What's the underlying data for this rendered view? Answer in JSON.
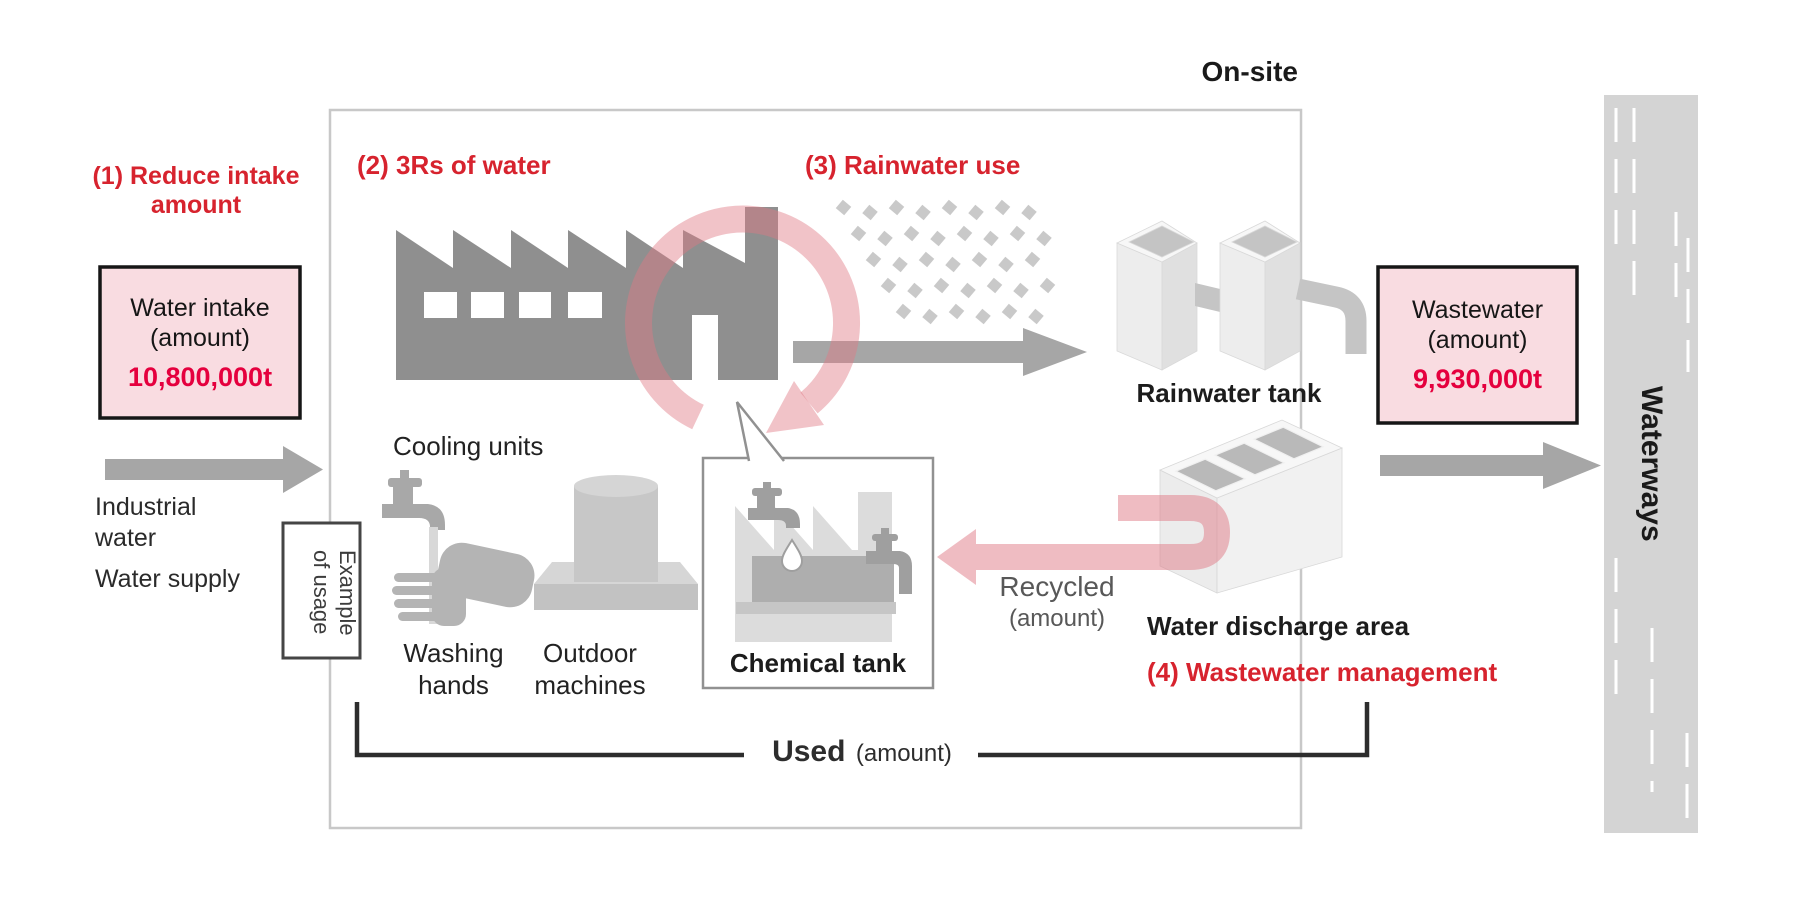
{
  "onsite_label": "On-site",
  "waterways_label": "Waterways",
  "steps": {
    "step1": "(1) Reduce intake amount",
    "step2": "(2) 3Rs of water",
    "step3": "(3) Rainwater use",
    "step4": "(4) Wastewater management"
  },
  "intake_box": {
    "title": "Water intake",
    "qualifier": "(amount)",
    "value": "10,800,000t"
  },
  "wastewater_box": {
    "title": "Wastewater",
    "qualifier": "(amount)",
    "value": "9,930,000t"
  },
  "inputs": {
    "industrial": "Industrial water",
    "supply": "Water supply"
  },
  "example_box": {
    "line1": "Example",
    "line2": "of usage"
  },
  "usage": {
    "cooling": "Cooling units",
    "washing": "Washing hands",
    "outdoor": "Outdoor machines",
    "chemical": "Chemical tank"
  },
  "rainwater_tank_label": "Rainwater tank",
  "discharge_area_label": "Water discharge area",
  "recycled": {
    "line1": "Recycled",
    "line2": "(amount)"
  },
  "used": {
    "label": "Used",
    "qualifier": "(amount)"
  },
  "colors": {
    "accent_red": "#d7232e",
    "value_red": "#e5003e",
    "pink_box_fill": "#f9dce1",
    "factory_gray": "#8f8f8f",
    "arrow_gray": "#a6a6a6",
    "waterways_band_gray": "#d4d4d4",
    "recycle_pink": "#efbfc5"
  }
}
